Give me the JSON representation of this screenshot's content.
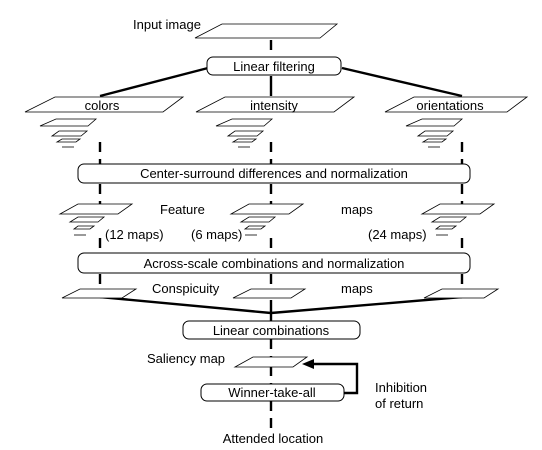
{
  "labels": {
    "input_image": "Input image",
    "colors": "colors",
    "intensity": "intensity",
    "orientations": "orientations",
    "feature": "Feature",
    "maps_feature": "maps",
    "maps_12": "(12 maps)",
    "maps_6": "(6 maps)",
    "maps_24": "(24 maps)",
    "conspicuity": "Conspicuity",
    "maps_conspicuity": "maps",
    "saliency_map": "Saliency map",
    "inhibition_line1": "Inhibition",
    "inhibition_line2": "of return",
    "attended_location": "Attended location"
  },
  "boxes": {
    "linear_filtering": "Linear filtering",
    "center_surround": "Center-surround differences and normalization",
    "across_scale": "Across-scale combinations and normalization",
    "linear_combinations": "Linear combinations",
    "winner_take_all": "Winner-take-all"
  }
}
